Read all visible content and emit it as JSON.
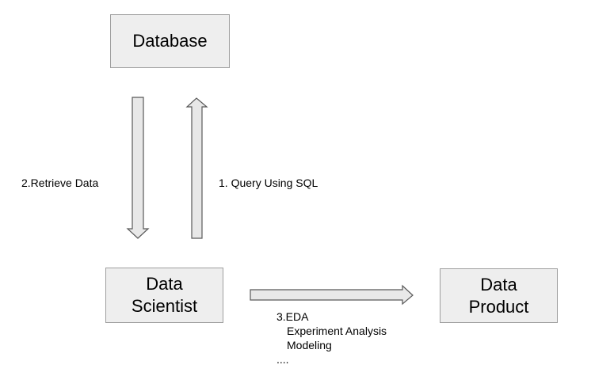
{
  "nodes": {
    "database": "Database",
    "data_scientist": [
      "Data",
      "Scientist"
    ],
    "data_product": [
      "Data",
      "Product"
    ]
  },
  "edges": {
    "retrieve": "2.Retrieve Data",
    "query": "1. Query Using SQL",
    "step3": {
      "title": "3.EDA",
      "items": [
        "Experiment Analysis",
        "Modeling",
        "...."
      ]
    }
  },
  "colors": {
    "box_fill": "#eeeeee",
    "box_border": "#9e9e9e",
    "arrow_fill": "#e8e8e8",
    "arrow_stroke": "#595959"
  }
}
